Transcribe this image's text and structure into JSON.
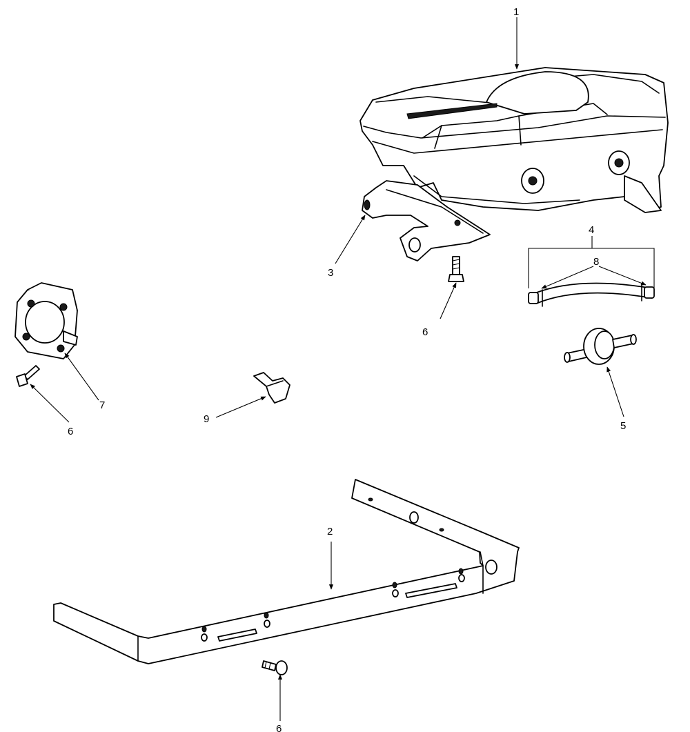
{
  "diagram": {
    "callouts": {
      "c1": "1",
      "c2": "2",
      "c3": "3",
      "c4": "4",
      "c5": "5",
      "c6a": "6",
      "c6b": "6",
      "c6c": "6",
      "c7": "7",
      "c8": "8",
      "c9": "9"
    }
  }
}
